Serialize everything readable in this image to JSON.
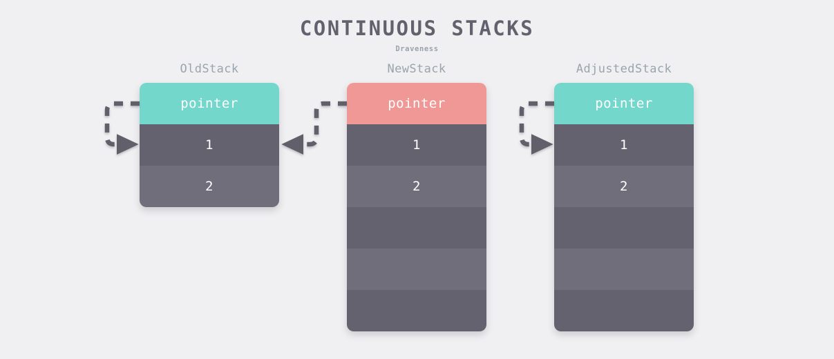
{
  "title": "CONTINUOUS STACKS",
  "subtitle": "Draveness",
  "colors": {
    "background": "#f0f0f2",
    "title": "#63616e",
    "subtitle": "#9aa3ab",
    "stack_label": "#9aa4ac",
    "row_dark": "#64626f",
    "row_light": "#706e7b",
    "pointer_teal": "#74d7cc",
    "pointer_salmon": "#f09895",
    "arrow": "#605e6b",
    "row_text": "#ffffff"
  },
  "stacks": [
    {
      "id": "oldstack",
      "label": "OldStack",
      "pointer_color": "teal",
      "rows": [
        {
          "text": "pointer",
          "style": "teal"
        },
        {
          "text": "1",
          "style": "dark"
        },
        {
          "text": "2",
          "style": "light"
        }
      ]
    },
    {
      "id": "newstack",
      "label": "NewStack",
      "pointer_color": "salmon",
      "rows": [
        {
          "text": "pointer",
          "style": "salmon"
        },
        {
          "text": "1",
          "style": "dark"
        },
        {
          "text": "2",
          "style": "light"
        },
        {
          "text": "",
          "style": "dark"
        },
        {
          "text": "",
          "style": "light"
        },
        {
          "text": "",
          "style": "dark"
        }
      ]
    },
    {
      "id": "adjustedstack",
      "label": "AdjustedStack",
      "pointer_color": "teal",
      "rows": [
        {
          "text": "pointer",
          "style": "teal"
        },
        {
          "text": "1",
          "style": "dark"
        },
        {
          "text": "2",
          "style": "light"
        },
        {
          "text": "",
          "style": "dark"
        },
        {
          "text": "",
          "style": "light"
        },
        {
          "text": "",
          "style": "dark"
        }
      ]
    }
  ],
  "connectors": [
    {
      "id": "oldstack-pointer-to-row1",
      "from": "oldstack.pointer",
      "to": "oldstack.row1",
      "shape": "c-left",
      "direction": "right"
    },
    {
      "id": "newstack-pointer-to-oldstack-row1",
      "from": "newstack.pointer",
      "to": "oldstack.row1",
      "shape": "s-left",
      "direction": "left"
    },
    {
      "id": "adjustedstack-pointer-to-row1",
      "from": "adjustedstack.pointer",
      "to": "adjustedstack.row1",
      "shape": "c-left",
      "direction": "right"
    }
  ]
}
